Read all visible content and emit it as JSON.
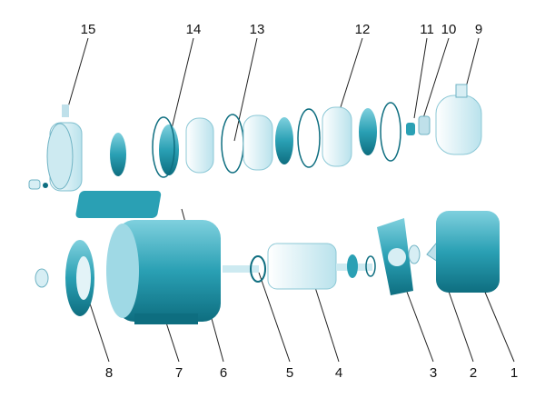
{
  "diagram": {
    "colors": {
      "teal": "#2aa0b4",
      "dark": "#0e6e80",
      "light": "#cdeaf1",
      "pale": "#eef8fb"
    },
    "top_labels": [
      "15",
      "14",
      "13",
      "12",
      "11",
      "10",
      "9"
    ],
    "bottom_labels": [
      "8",
      "7",
      "6",
      "5",
      "4",
      "3",
      "2",
      "1"
    ]
  }
}
